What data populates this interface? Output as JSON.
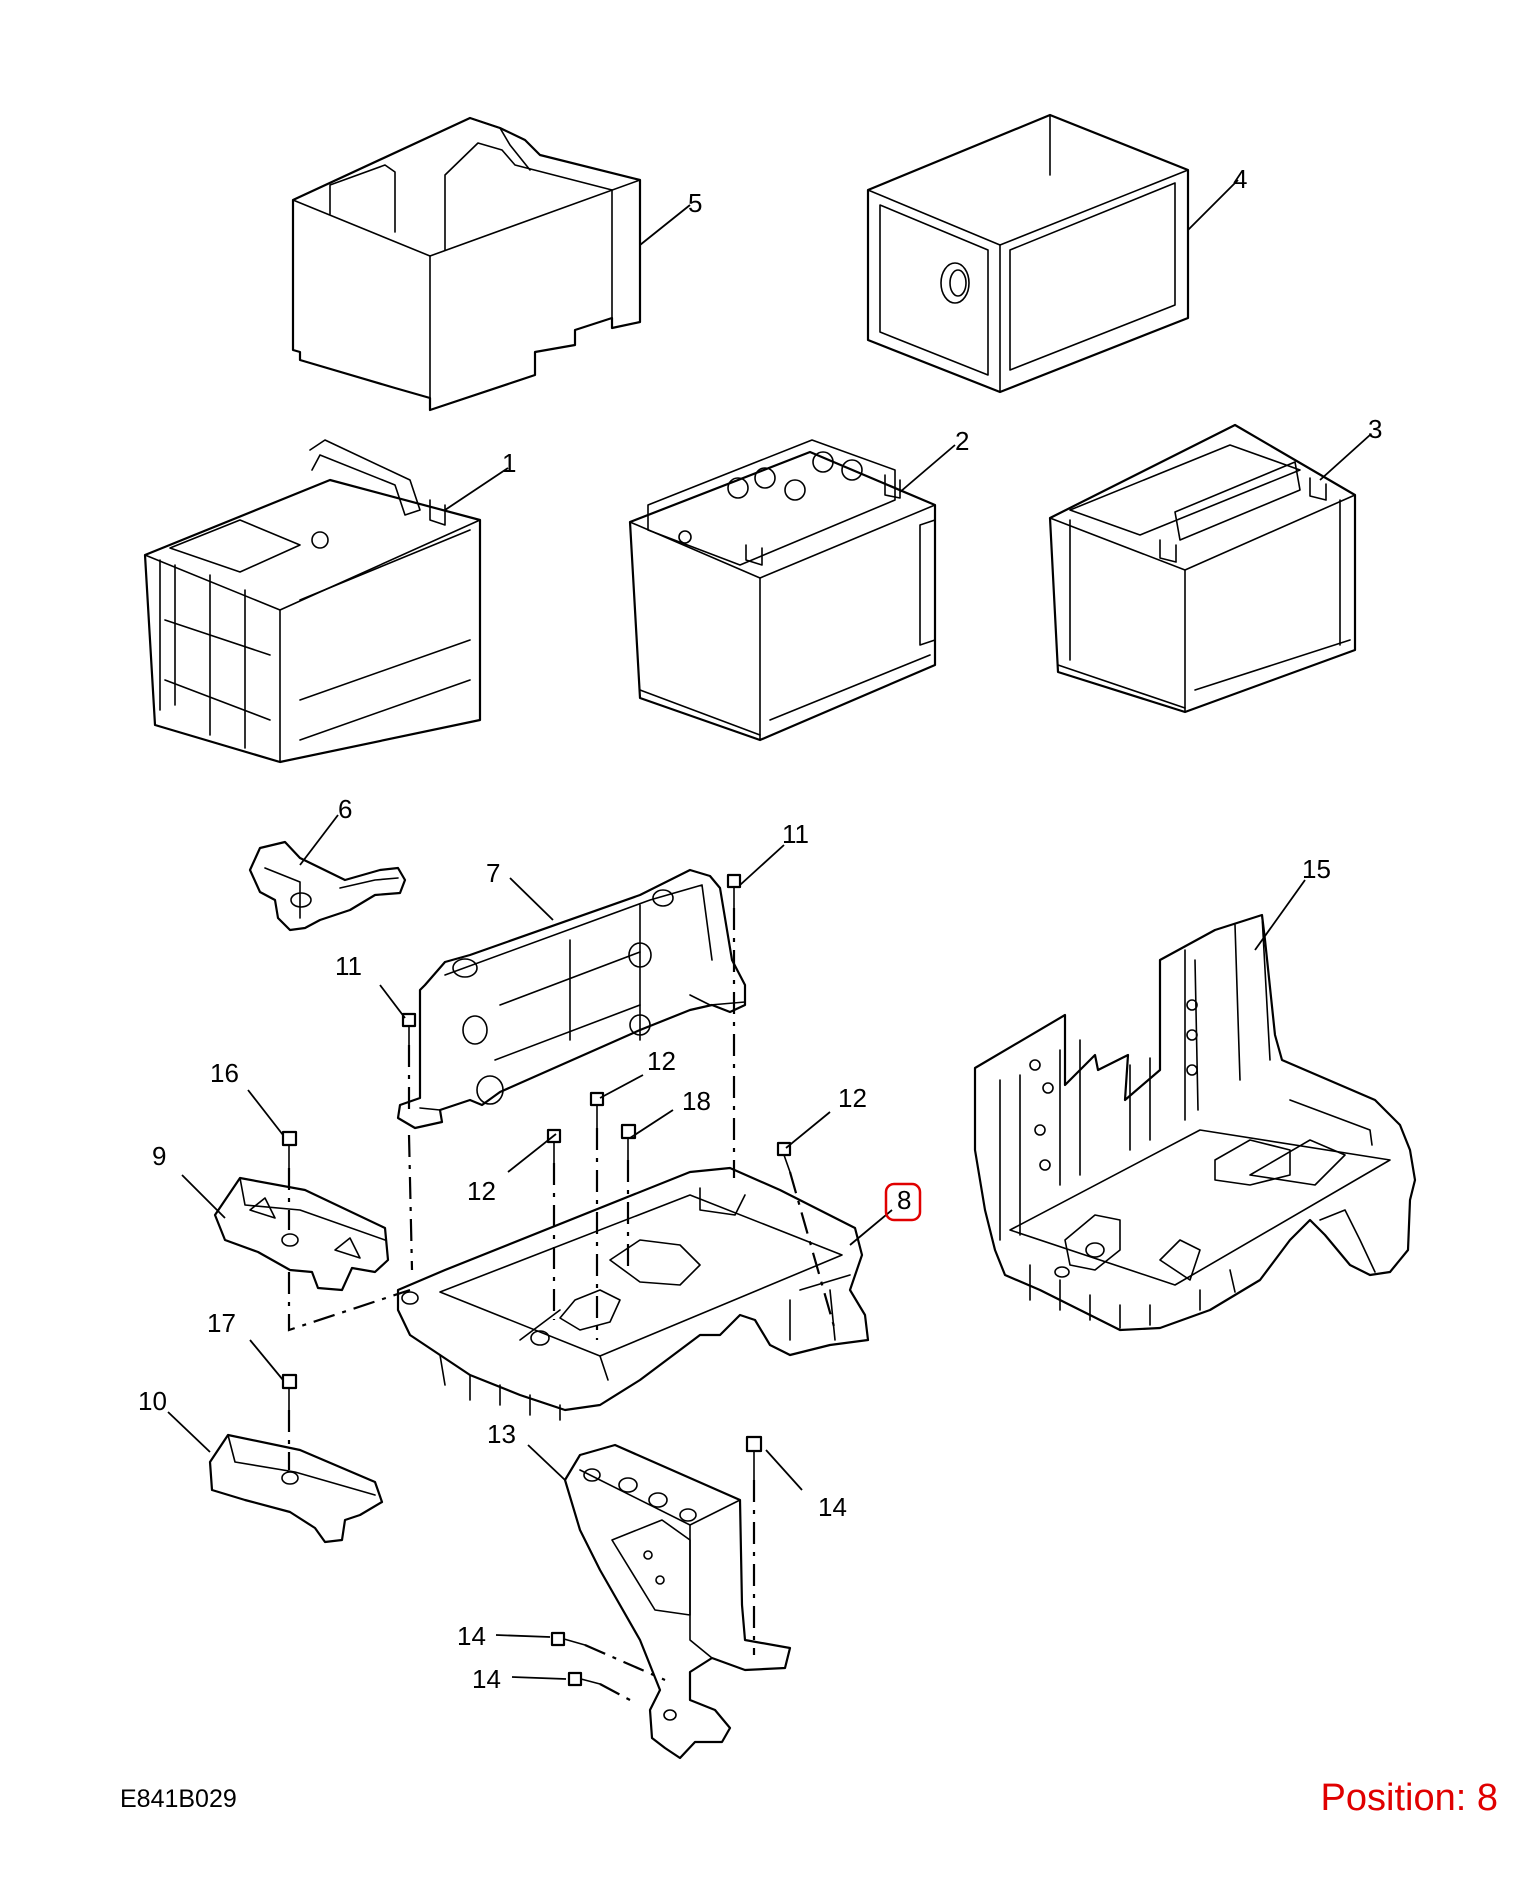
{
  "drawing_code": "E841B029",
  "position_label": "Position: 8",
  "highlight_color": "#e00000",
  "highlighted_callout": "8",
  "callouts": {
    "c1": "1",
    "c2": "2",
    "c3": "3",
    "c4": "4",
    "c5": "5",
    "c6": "6",
    "c7": "7",
    "c8": "8",
    "c9": "9",
    "c10": "10",
    "c11a": "11",
    "c11b": "11",
    "c12a": "12",
    "c12b": "12",
    "c12c": "12",
    "c13": "13",
    "c14a": "14",
    "c14b": "14",
    "c14c": "14",
    "c15": "15",
    "c16": "16",
    "c17": "17",
    "c18": "18"
  }
}
